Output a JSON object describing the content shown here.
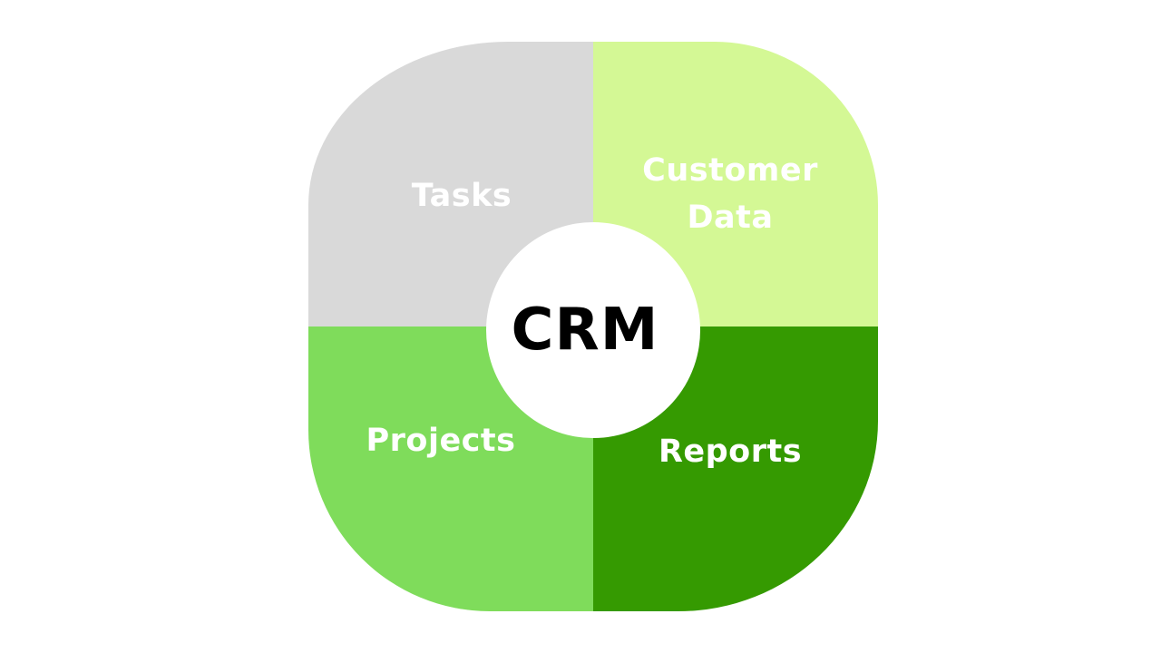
{
  "center": {
    "label": "CRM"
  },
  "quadrants": [
    {
      "id": "tasks",
      "label": "Tasks",
      "color": "#d9d9d9"
    },
    {
      "id": "customer-data",
      "label": "Customer\nData",
      "color": "#d4f895"
    },
    {
      "id": "projects",
      "label": "Projects",
      "color": "#7fdc5b"
    },
    {
      "id": "reports",
      "label": "Reports",
      "color": "#359a01"
    }
  ],
  "colors": {
    "label_text": "#ffffff",
    "center_text": "#000000",
    "center_fill": "#ffffff",
    "background": "#ffffff"
  }
}
